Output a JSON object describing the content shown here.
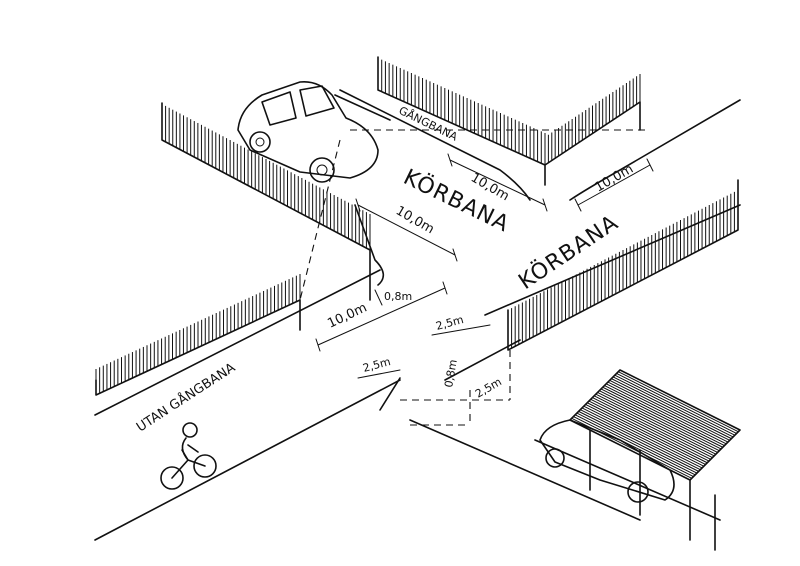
{
  "labels": {
    "korbana_main": "KÖRBANA",
    "korbana_side": "KÖRBANA",
    "gangbana": "GÅNGBANA",
    "utan_gangbana": "UTAN GÅNGBANA"
  },
  "dimensions": {
    "d_10_a": "10,0m",
    "d_10_b": "10,0m",
    "d_10_c": "10,0m",
    "d_10_d": "10,0m",
    "d_0_8_a": "0,8m",
    "d_0_8_b": "0,8m",
    "d_2_5_a": "2,5m",
    "d_2_5_b": "2,5m",
    "d_2_5_c": "2,5m"
  }
}
